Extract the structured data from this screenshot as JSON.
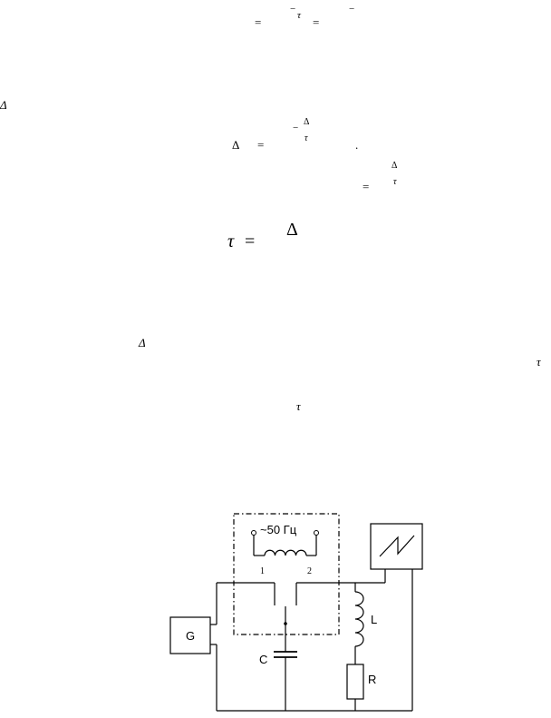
{
  "formulas": {
    "f1_eq1": "=",
    "f1_minus": "−",
    "f1_tau": "τ",
    "f1_eq2": "=",
    "f1_minus2": "−",
    "left_delta": "Δ",
    "f2_delta": "Δ",
    "f2_eq": "=",
    "f2_minus": "−",
    "f2_exp_delta": "Δ",
    "f2_exp_tau": "τ",
    "f2_dot": ".",
    "f3_exp_delta": "Δ",
    "f3_eq": "=",
    "f3_exp_tau": "τ",
    "f4_tau": "τ",
    "f4_eq": "=",
    "f4_delta": "Δ",
    "p1_delta": "Δ",
    "p1_tau_right": "τ",
    "p2_tau": "τ"
  },
  "circuit": {
    "source_label": "~50 Гц",
    "contact_1": "1",
    "contact_2": "2",
    "generator": "G",
    "capacitor": "C",
    "inductor": "L",
    "resistor": "R"
  }
}
